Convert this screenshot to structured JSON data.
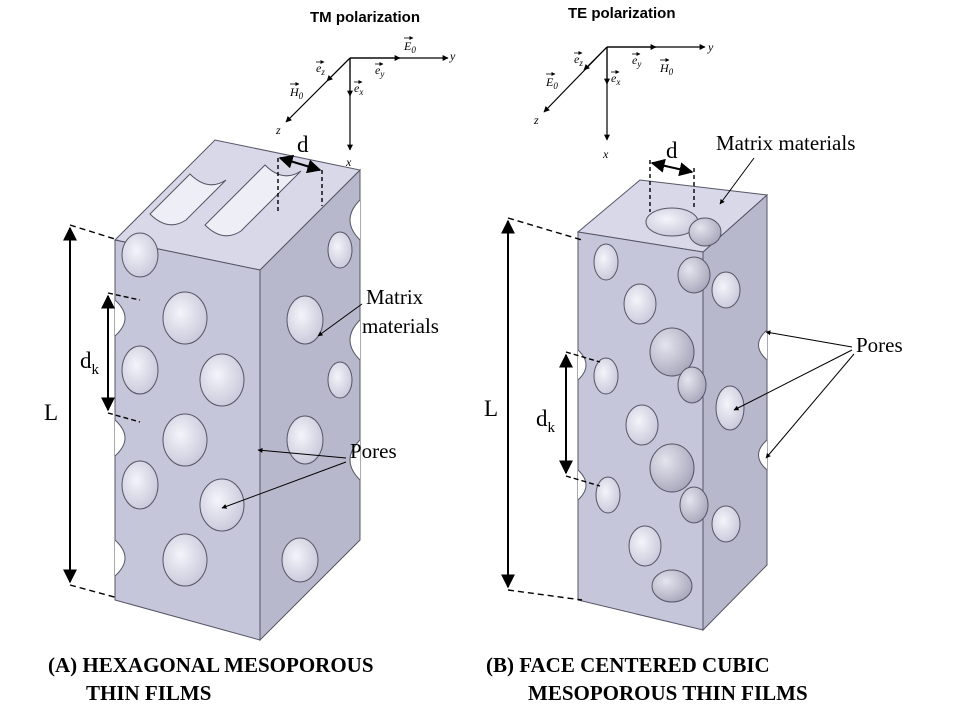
{
  "left_panel": {
    "polarization_title": "TM polarization",
    "axes": {
      "y": "y",
      "z": "z",
      "x": "x"
    },
    "vectors": {
      "ez": "e",
      "ez_sub": "z",
      "ey": "e",
      "ey_sub": "y",
      "ex": "e",
      "ex_sub": "x",
      "E0": "E",
      "E0_sub": "0",
      "H0": "H",
      "H0_sub": "0"
    },
    "d_label": "d",
    "L_label": "L",
    "dk_label": "d",
    "dk_sub": "k",
    "matrix_label_1": "Matrix",
    "matrix_label_2": "materials",
    "pores_label": "Pores",
    "caption_line1": "(A)  HEXAGONAL MESOPOROUS",
    "caption_line2": "THIN FILMS"
  },
  "right_panel": {
    "polarization_title": "TE polarization",
    "axes": {
      "y": "y",
      "z": "z",
      "x": "x"
    },
    "vectors": {
      "ez": "e",
      "ez_sub": "z",
      "ey": "e",
      "ey_sub": "y",
      "ex": "e",
      "ex_sub": "x",
      "E0": "E",
      "E0_sub": "0",
      "H0": "H",
      "H0_sub": "0"
    },
    "d_label": "d",
    "L_label": "L",
    "dk_label": "d",
    "dk_sub": "k",
    "matrix_label": "Matrix materials",
    "pores_label": "Pores",
    "caption_line1": "(B) FACE CENTERED CUBIC",
    "caption_line2": "MESOPOROUS THIN FILMS"
  },
  "colors": {
    "block_face": "#c8c8dc",
    "block_side": "#b4b4cc",
    "block_top": "#d6d6e6",
    "pore": "#e8e8f4",
    "edge": "#555566"
  }
}
